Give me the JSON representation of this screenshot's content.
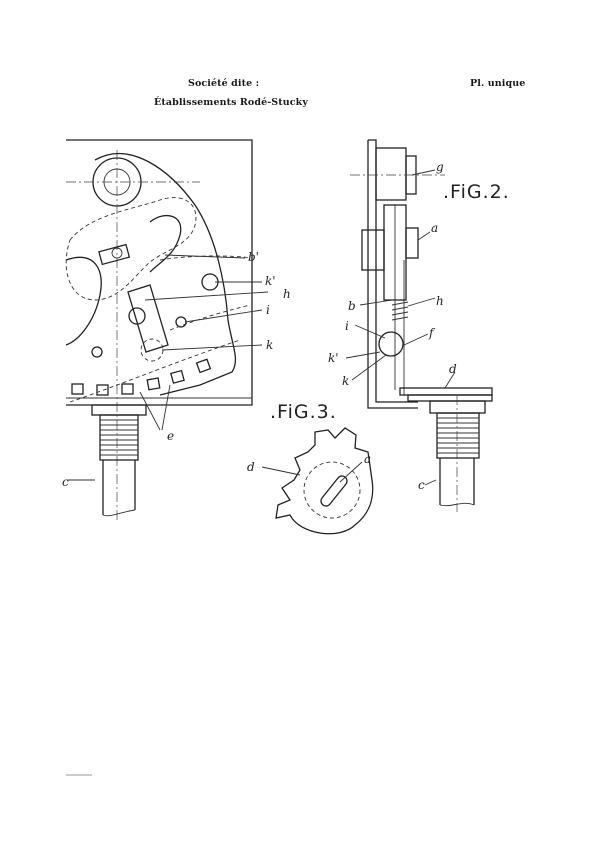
{
  "header": {
    "company_label": "Société dite :",
    "company_name": "Établissements Rodé-Stucky",
    "plate": "Pl. unique"
  },
  "figures": {
    "fig2": ".FiG.2.",
    "fig3": ".FiG.3."
  },
  "labels": {
    "fig1": {
      "b_prime": "b'",
      "k_prime": "k'",
      "h": "h",
      "i": "i",
      "k": "k",
      "e": "e",
      "c": "c"
    },
    "fig2": {
      "g": "g",
      "a": "a",
      "b": "b",
      "h": "h",
      "i": "i",
      "f": "f",
      "k_prime": "k'",
      "k": "k",
      "d": "d",
      "c": "c"
    },
    "fig3": {
      "d": "d",
      "a": "a"
    }
  }
}
